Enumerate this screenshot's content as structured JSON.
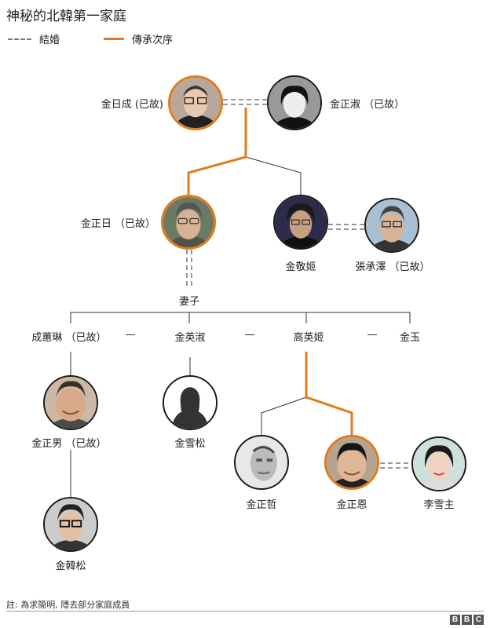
{
  "title": "神秘的北韓第一家庭",
  "legend": {
    "marriage": "結婚",
    "succession": "傳承次序"
  },
  "people": {
    "kim_il_sung": "金日成 (已故)",
    "kim_jong_suk": "金正淑 （已故）",
    "kim_jong_il": "金正日 （已故）",
    "kim_kyong_hui": "金敬姬",
    "jang_song_thaek": "張承澤 （已故）",
    "wives_label": "妻子",
    "song_hye_rim": "成蕙琳 （已故）",
    "kim_young_suk": "金英淑",
    "ko_yong_hui": "高英姬",
    "kim_ok": "金玉",
    "kim_jong_nam": "金正男 （已故）",
    "kim_sol_song": "金雪松",
    "kim_jong_chol": "金正哲",
    "kim_jong_un": "金正恩",
    "ri_sol_ju": "李雪主",
    "kim_han_sol": "金韓松"
  },
  "separator": "—",
  "note": "註: 為求簡明, 隱去部分家庭成員",
  "brand": [
    "B",
    "B",
    "C"
  ],
  "colors": {
    "succession": "#e07b1d",
    "marriage": "#777777",
    "line": "#333333"
  },
  "icons": {
    "portrait": "person-portrait-icon",
    "silhouette": "silhouette-icon"
  }
}
